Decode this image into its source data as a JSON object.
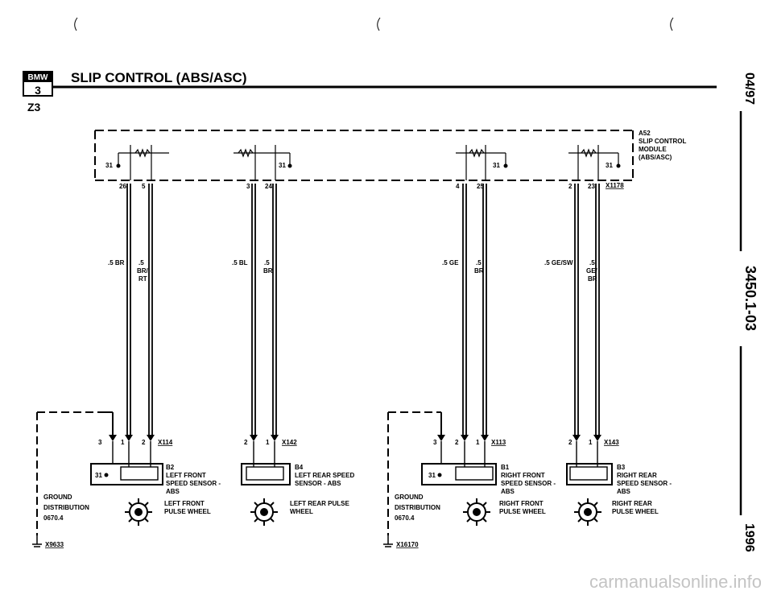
{
  "header": {
    "logo_text": "BMW",
    "logo_series": "3",
    "title": "SLIP CONTROL (ABS/ASC)",
    "model": "Z3"
  },
  "side": {
    "date": "04/97",
    "page_code": "3450.1-03",
    "year": "1996"
  },
  "module": {
    "id": "A52",
    "line1": "SLIP CONTROL",
    "line2": "MODULE",
    "line3": "(ABS/ASC)",
    "connector": "X1178"
  },
  "module_pins": {
    "g1_ground": "31",
    "g1_a": "26",
    "g1_b": "5",
    "g2_ground": "31",
    "g2_a": "3",
    "g2_b": "24",
    "g3_ground": "31",
    "g3_a": "4",
    "g3_b": "25",
    "g4_ground": "31",
    "g4_a": "2",
    "g4_b": "23"
  },
  "wires": {
    "w1": ".5 BR",
    "w2a": ".5",
    "w2b": "BR/",
    "w2c": "RT",
    "w3": ".5 BL",
    "w4a": ".5",
    "w4b": "BR",
    "w5": ".5 GE",
    "w6a": ".5",
    "w6b": "BR",
    "w7": ".5 GE/SW",
    "w8a": ".5",
    "w8b": "GE/",
    "w8c": "BR"
  },
  "sensors": {
    "s1": {
      "pin_a": "3",
      "pin_b": "1",
      "pin_c": "2",
      "connector": "X114",
      "ground": "31",
      "id": "B2",
      "line1": "LEFT FRONT",
      "line2": "SPEED SENSOR -",
      "line3": "ABS",
      "wheel1": "LEFT FRONT",
      "wheel2": "PULSE WHEEL"
    },
    "s2": {
      "pin_a": "2",
      "pin_b": "1",
      "connector": "X142",
      "id": "B4",
      "line1": "LEFT REAR SPEED",
      "line2": "SENSOR - ABS",
      "wheel1": "LEFT REAR PULSE",
      "wheel2": "WHEEL"
    },
    "s3": {
      "pin_a": "3",
      "pin_b": "2",
      "pin_c": "1",
      "connector": "X113",
      "ground": "31",
      "id": "B1",
      "line1": "RIGHT FRONT",
      "line2": "SPEED SENSOR -",
      "line3": "ABS",
      "wheel1": "RIGHT FRONT",
      "wheel2": "PULSE WHEEL"
    },
    "s4": {
      "pin_a": "2",
      "pin_b": "1",
      "connector": "X143",
      "id": "B3",
      "line1": "RIGHT REAR",
      "line2": "SPEED SENSOR -",
      "line3": "ABS",
      "wheel1": "RIGHT REAR",
      "wheel2": "PULSE WHEEL"
    }
  },
  "grounds": {
    "g1": {
      "line1": "GROUND",
      "line2": "DISTRIBUTION",
      "line3": "0670.4",
      "point": "X9633"
    },
    "g2": {
      "line1": "GROUND",
      "line2": "DISTRIBUTION",
      "line3": "0670.4",
      "point": "X16170"
    }
  },
  "watermark": "carmanualsonline.info",
  "colors": {
    "ink": "#000000",
    "watermark": "#c4c4c4"
  }
}
